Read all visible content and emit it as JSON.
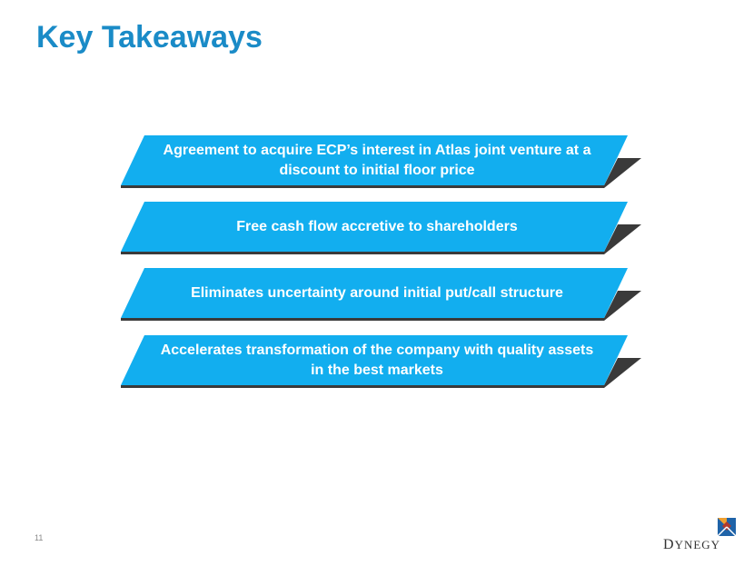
{
  "title": "Key Takeaways",
  "colors": {
    "accent": "#12aeef",
    "shadow": "#3a3a3a",
    "title": "#1a8bc7"
  },
  "takeaways": [
    "Agreement to acquire ECP’s interest in Atlas joint venture at a discount to initial floor price",
    "Free cash flow accretive to shareholders",
    "Eliminates uncertainty around initial put/call structure",
    "Accelerates transformation of the company with quality assets in the best markets"
  ],
  "page_number": "11",
  "logo": {
    "name": "Dynegy"
  }
}
